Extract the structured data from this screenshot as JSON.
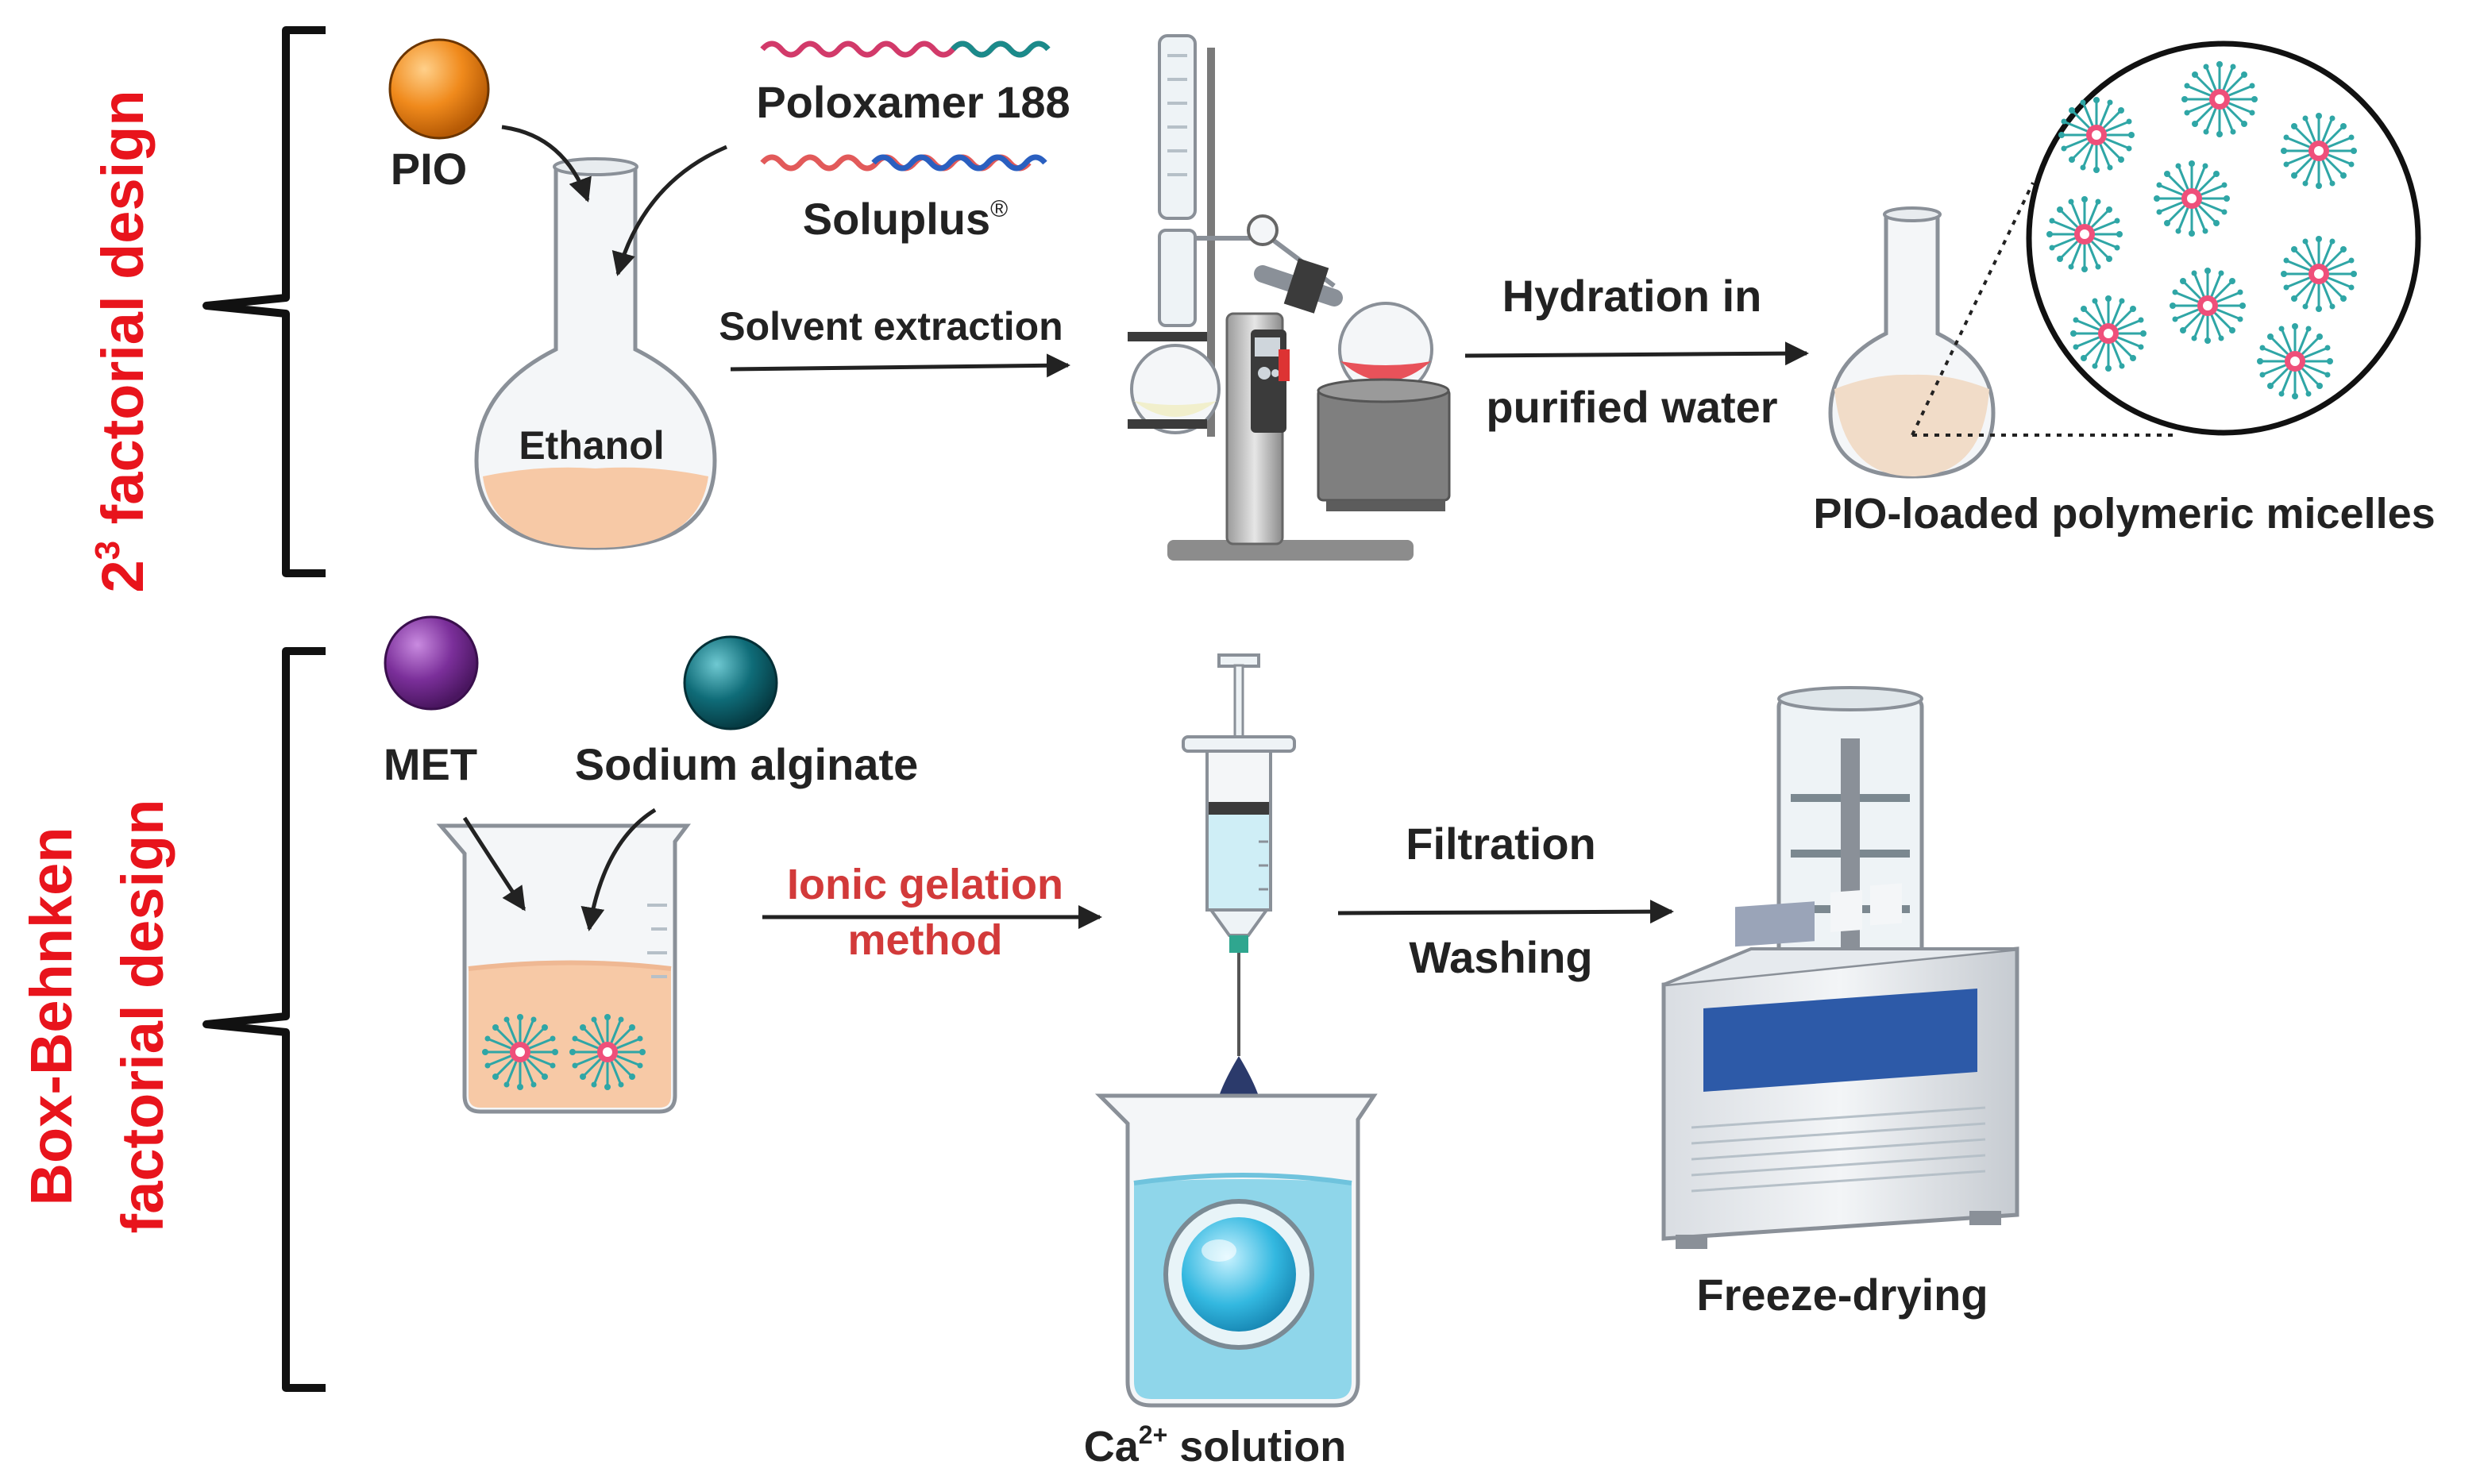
{
  "design_labels": {
    "top_main": "2",
    "top_sup": "3",
    "top_rest": " factorial design",
    "bottom_line1": "Box-Behnken",
    "bottom_line2": "factorial design"
  },
  "top_process": {
    "pio": "PIO",
    "poloxamer": "Poloxamer 188",
    "soluplus": "Soluplus",
    "soluplus_mark": "®",
    "ethanol": "Ethanol",
    "solvent_extraction": "Solvent extraction",
    "hydration_line1": "Hydration in",
    "hydration_line2": "purified water",
    "micelles": "PIO-loaded polymeric micelles"
  },
  "bottom_process": {
    "met": "MET",
    "sodium_alginate": "Sodium alginate",
    "ionic_line1": "Ionic gelation",
    "ionic_line2": "method",
    "filtration": "Filtration",
    "washing": "Washing",
    "freeze_drying": "Freeze-drying",
    "ca_prefix": "Ca",
    "ca_sup": "2+",
    "ca_suffix": " solution"
  },
  "colors": {
    "design_label": "#e8141c",
    "ionic_gelation": "#d23a3a",
    "pio_sphere": "#f08a1c",
    "met_sphere": "#7b2f9a",
    "alginate_sphere": "#0f6c78",
    "flask_liquid": "#f7c9a6",
    "micelle_shell": "#2fa6a6",
    "micelle_core": "#ef4f7a",
    "calcium_solution": "#8fd6ea",
    "droplet": "#2b3a6b",
    "freeze_dryer_panel": "#2d5aa8"
  }
}
